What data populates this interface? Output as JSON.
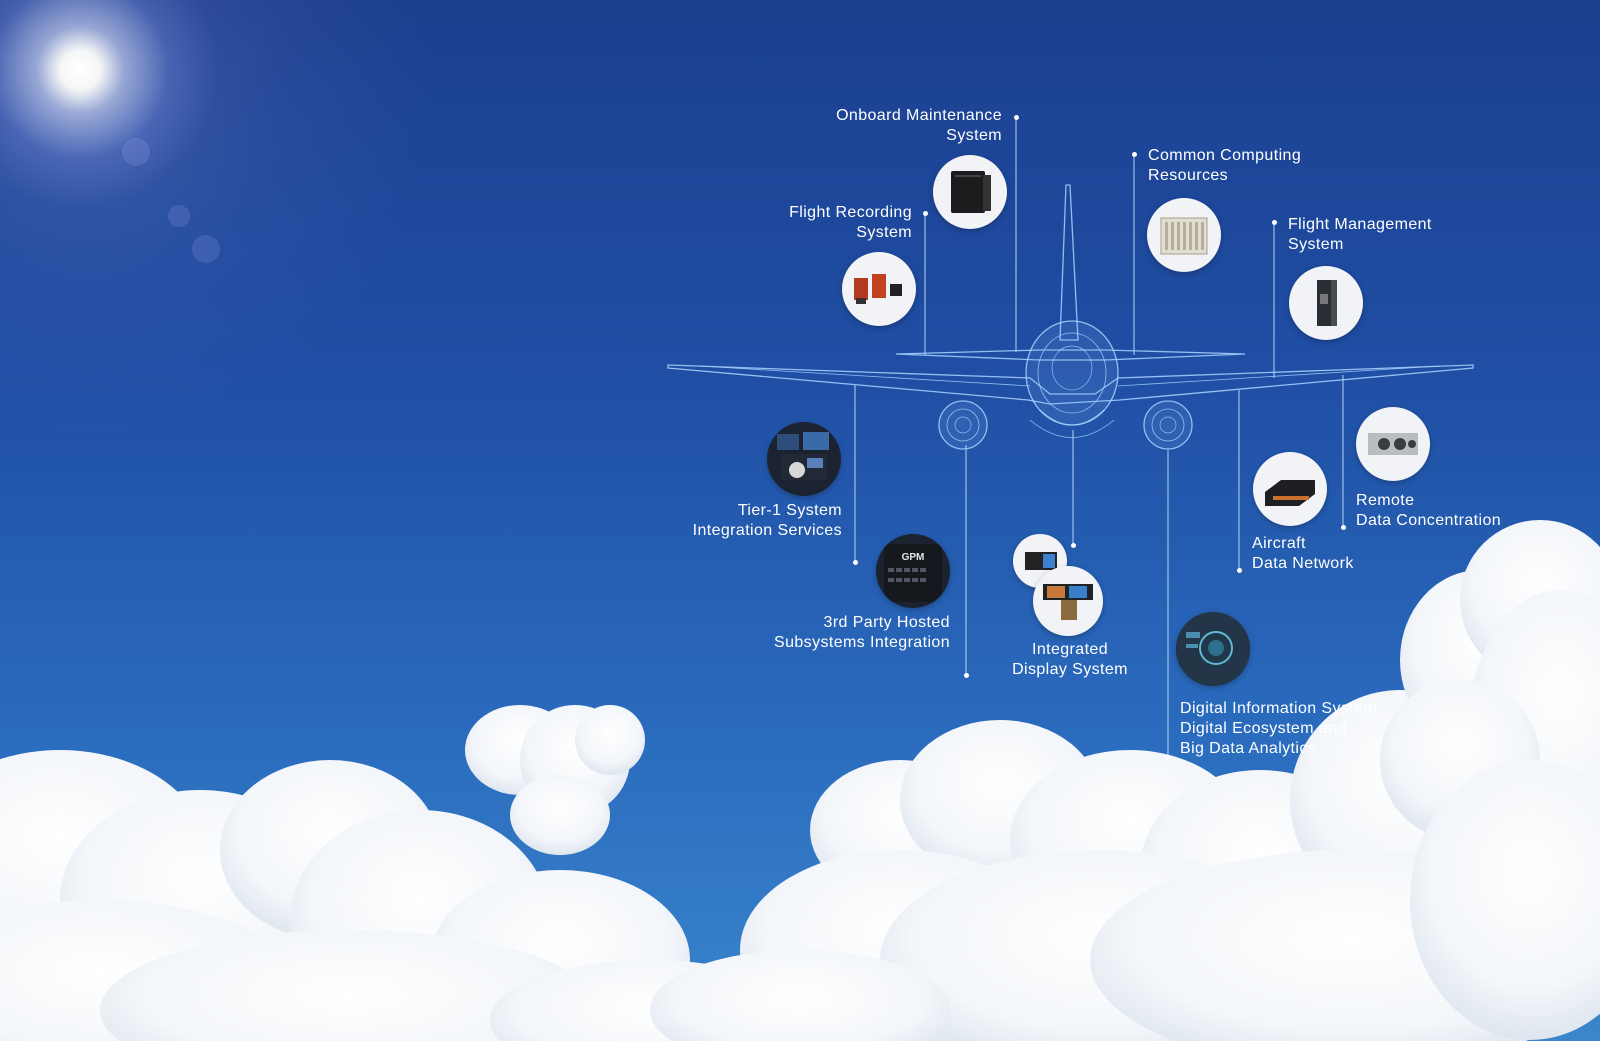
{
  "systems": {
    "onboard_maintenance": [
      "Onboard Maintenance",
      "System"
    ],
    "flight_recording": [
      "Flight Recording",
      "System"
    ],
    "common_computing": [
      "Common Computing",
      "Resources"
    ],
    "flight_management": [
      "Flight Management",
      "System"
    ],
    "tier1_integration": [
      "Tier-1 System",
      "Integration Services"
    ],
    "third_party": [
      "3rd Party Hosted",
      "Subsystems Integration"
    ],
    "integrated_display": [
      "Integrated",
      "Display System"
    ],
    "aircraft_network": [
      "Aircraft",
      "Data Network"
    ],
    "remote_data": [
      "Remote",
      "Data Concentration"
    ],
    "digital_info": [
      "Digital Information System",
      "Digital Ecosystem and",
      "Big Data Analytics"
    ]
  },
  "gpm_label": "GPM"
}
